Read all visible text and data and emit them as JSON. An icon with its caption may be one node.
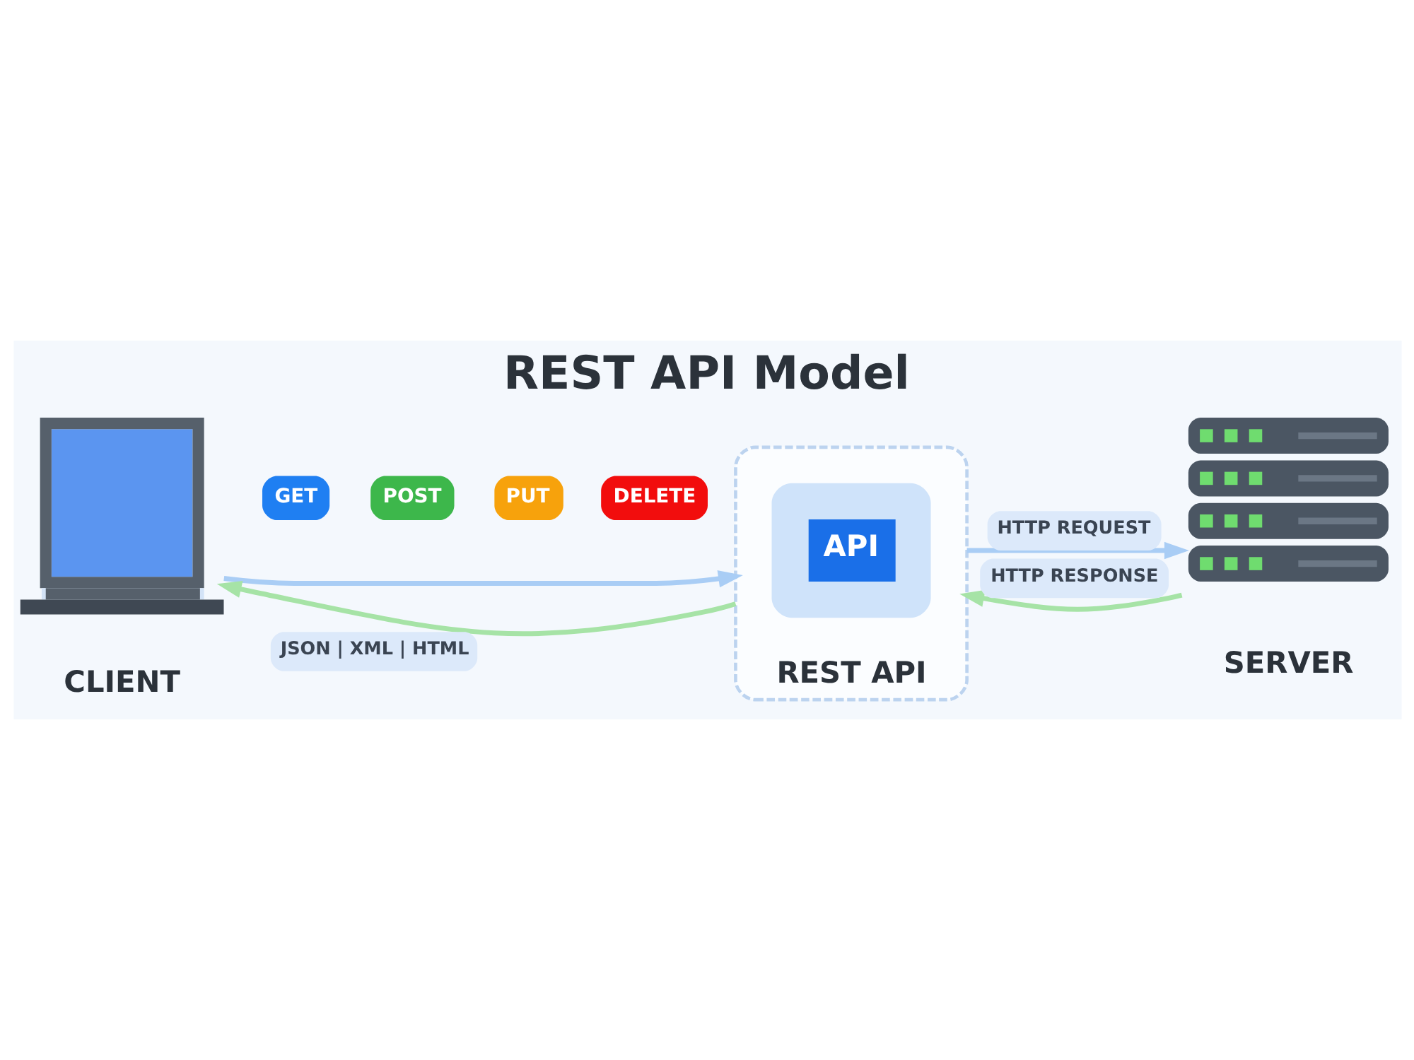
{
  "diagram": {
    "title": "REST API Model",
    "nodes": [
      {
        "text": [
          "CLIENT"
        ]
      },
      {
        "text": [
          "GET"
        ]
      },
      {
        "text": [
          "POST"
        ]
      },
      {
        "text": [
          "PUT"
        ]
      },
      {
        "text": [
          "DELETE"
        ]
      },
      {
        "text": [
          "REST API"
        ]
      },
      {
        "text": [
          "API"
        ],
        "in": 5
      },
      {
        "text": [
          "SERVER"
        ]
      }
    ],
    "edges": [
      {
        "from": 0,
        "to": 5,
        "arrow": "to",
        "color": "#a9cdf5"
      },
      {
        "from": 5,
        "to": 0,
        "arrow": "to",
        "label": "JSON | XML | HTML",
        "color": "#a6e3a6"
      },
      {
        "from": 5,
        "to": 7,
        "arrow": "to",
        "label": "HTTP REQUEST",
        "color": "#a9cdf5"
      },
      {
        "from": 7,
        "to": 5,
        "arrow": "to",
        "label": "HTTP RESPONSE",
        "color": "#a6e3a6"
      }
    ]
  }
}
